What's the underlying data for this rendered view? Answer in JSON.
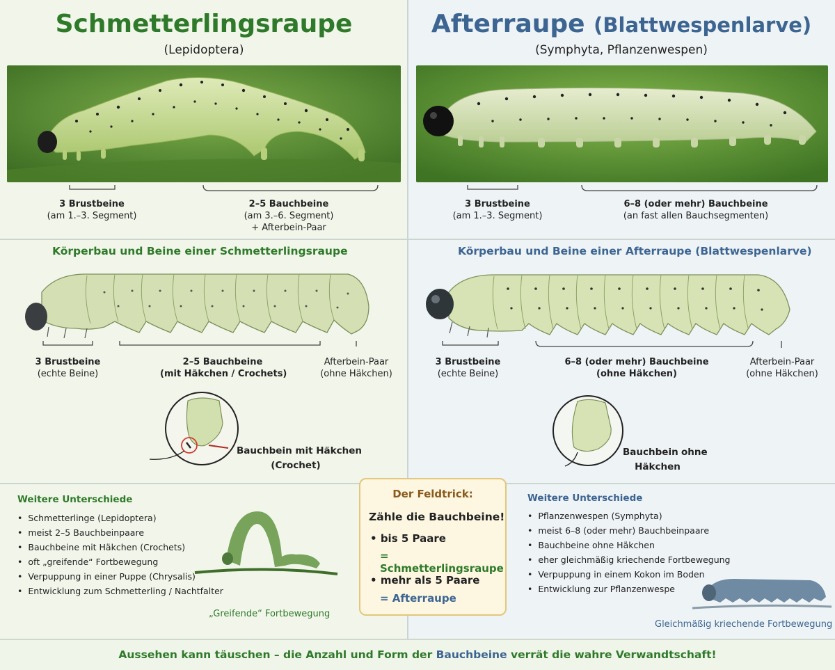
{
  "left": {
    "title": "Schmetterlingsraupe",
    "subtitle": "(Lepidoptera)",
    "photo_labels": [
      {
        "bold": "3 Brustbeine",
        "lines": [
          "(am 1.–3. Segment)"
        ]
      },
      {
        "bold": "2–5 Bauchbeine",
        "lines": [
          "(am 3.–6. Segment)",
          "+ Afterbein-Paar"
        ]
      }
    ],
    "anatomy_title": "Körperbau und Beine einer Schmetterlingsraupe",
    "anatomy_labels": [
      {
        "bold": "3 Brustbeine",
        "line": "(echte Beine)"
      },
      {
        "bold": "2–5 Bauchbeine",
        "line": "(mit Häkchen / Crochets)"
      },
      {
        "bold": "Afterbein-Paar",
        "line": "(ohne Häkchen)"
      }
    ],
    "detail_label": [
      "Bauchbein mit Häkchen",
      "(Crochet)"
    ],
    "more_title": "Weitere Unterschiede",
    "more_items": [
      "Schmetterlinge (Lepidoptera)",
      "meist 2–5 Bauchbeinpaare",
      "Bauchbeine mit Häkchen (Crochets)",
      "oft „greifende“ Fortbewegung",
      "Verpuppung in einer Puppe (Chrysalis)",
      "Entwicklung zum Schmetterling / Nachtfalter"
    ],
    "motion_caption": "„Greifende“ Fortbewegung"
  },
  "right": {
    "title_main": "Afterraupe",
    "title_paren": "(Blattwespenlarve)",
    "subtitle": "(Symphyta, Pflanzenwespen)",
    "photo_labels": [
      {
        "bold": "3 Brustbeine",
        "lines": [
          "(am 1.–3. Segment)"
        ]
      },
      {
        "bold": "6–8 (oder mehr) Bauchbeine",
        "lines": [
          "(an fast allen Bauchsegmenten)"
        ]
      }
    ],
    "anatomy_title": "Körperbau und Beine einer Afterraupe (Blattwespenlarve)",
    "anatomy_labels": [
      {
        "bold": "3 Brustbeine",
        "line": "(echte Beine)"
      },
      {
        "bold": "6–8 (oder mehr) Bauchbeine",
        "line": "(ohne Häkchen)"
      },
      {
        "bold": "Afterbein-Paar",
        "line": "(ohne Häkchen)"
      }
    ],
    "detail_label_1": "Bauchbein",
    "detail_label_2": "ohne",
    "detail_label_3": "Häkchen",
    "more_title": "Weitere Unterschiede",
    "more_items": [
      "Pflanzenwespen (Symphyta)",
      "meist 6–8 (oder mehr) Bauchbeinpaare",
      "Bauchbeine ohne Häkchen",
      "eher gleichmäßig kriechende Fortbewegung",
      "Verpuppung in einem Kokon im Boden",
      "Entwicklung zur Pflanzenwespe"
    ],
    "motion_caption": "Gleichmäßig kriechende Fortbewegung"
  },
  "trick": {
    "title": "Der Feldtrick:",
    "question": "Zähle die Bauchbeine!",
    "case1": "bis 5 Paare",
    "result1": "= Schmetterlingsraupe",
    "case2": "mehr als 5 Paare",
    "result2": "= Afterraupe"
  },
  "footer": {
    "part1": "Aussehen kann täuschen – die Anzahl und Form der ",
    "part2": "Bauchbeine",
    "part3": " verrät die wahre Verwandtschaft!"
  },
  "colors": {
    "green": "#2f7a2a",
    "blue": "#3d6592",
    "leaf": "#5f9a3a",
    "larva": "#c9dca4",
    "trick_bg": "#fdf7e2"
  }
}
